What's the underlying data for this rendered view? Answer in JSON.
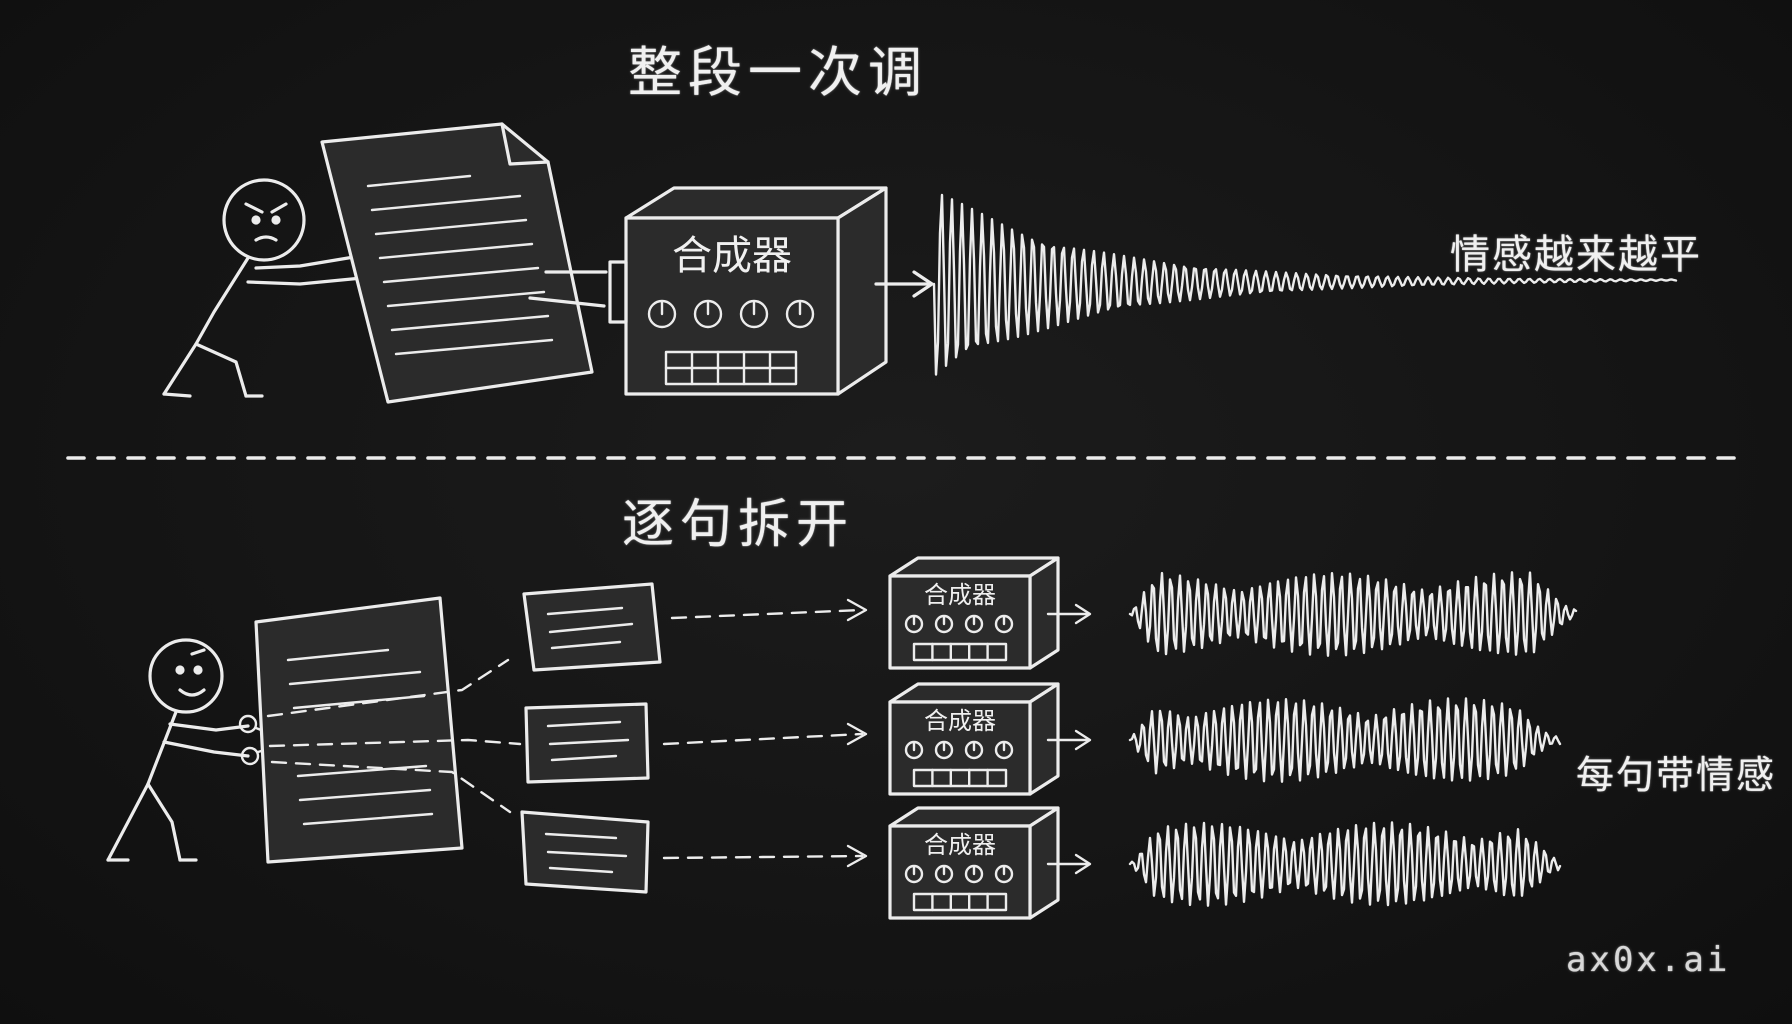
{
  "top_section": {
    "title": "整段一次调",
    "synth_label": "合成器",
    "result_note": "情感越来越平"
  },
  "bottom_section": {
    "title": "逐句拆开",
    "synth_labels": [
      "合成器",
      "合成器",
      "合成器"
    ],
    "result_note": "每句带情感"
  },
  "watermark": "ax0x.ai",
  "colors": {
    "background": "#121212",
    "chalk": "#ececec"
  }
}
